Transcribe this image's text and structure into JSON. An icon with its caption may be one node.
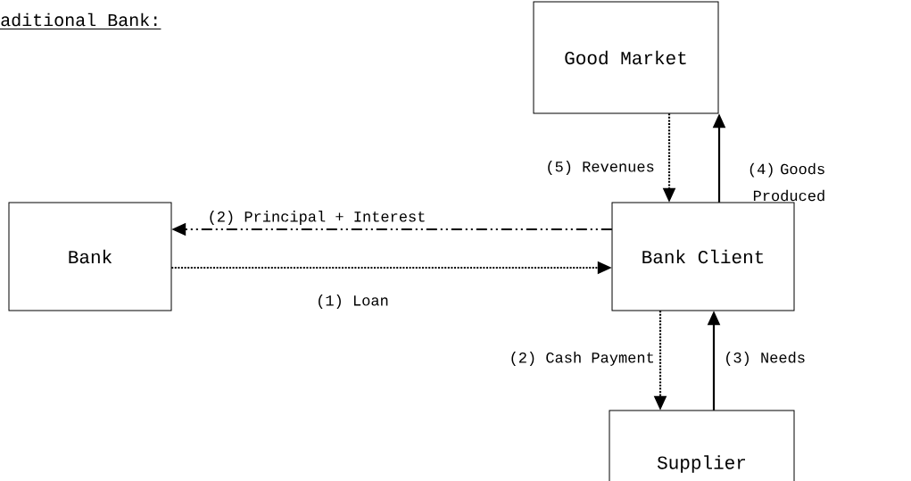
{
  "diagram": {
    "title": "aditional Bank:",
    "nodes": [
      {
        "text": [
          "Good Market"
        ]
      },
      {
        "text": [
          "Bank"
        ]
      },
      {
        "text": [
          "Bank Client"
        ]
      },
      {
        "text": [
          "Supplier"
        ]
      }
    ],
    "edges": [
      {
        "from": 1,
        "to": 2,
        "arrow": "to",
        "label": "(1) Loan",
        "style": "dashed"
      },
      {
        "from": 2,
        "to": 1,
        "arrow": "to",
        "label": "(2) Principal + Interest",
        "style": "dashed"
      },
      {
        "from": 2,
        "to": 3,
        "arrow": "to",
        "label": "(2) Cash Payment",
        "style": "dashed"
      },
      {
        "from": 3,
        "to": 2,
        "arrow": "to",
        "label": "(3) Needs"
      },
      {
        "from": 2,
        "to": 0,
        "arrow": "to",
        "label": "(4) Goods Produced"
      },
      {
        "from": 0,
        "to": 2,
        "arrow": "to",
        "label": "(5) Revenues",
        "style": "dashed"
      }
    ]
  }
}
